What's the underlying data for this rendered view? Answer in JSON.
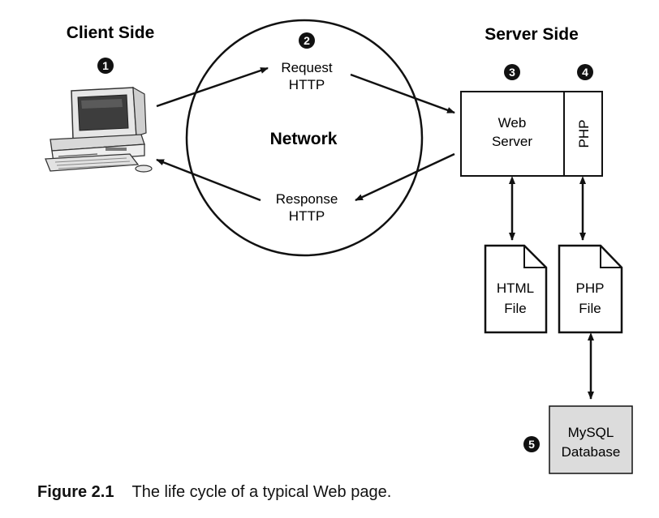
{
  "headings": {
    "client": "Client Side",
    "server": "Server Side"
  },
  "network": {
    "label": "Network",
    "request": [
      "Request",
      "HTTP"
    ],
    "response": [
      "Response",
      "HTTP"
    ]
  },
  "web_server": {
    "line1": "Web",
    "line2": "Server"
  },
  "php_module": "PHP",
  "html_file": {
    "line1": "HTML",
    "line2": "File"
  },
  "php_file": {
    "line1": "PHP",
    "line2": "File"
  },
  "database": {
    "line1": "MySQL",
    "line2": "Database"
  },
  "steps": {
    "s1": "1",
    "s2": "2",
    "s3": "3",
    "s4": "4",
    "s5": "5"
  },
  "caption": {
    "figure": "Figure 2.1",
    "text": "The life cycle of a typical Web page."
  }
}
